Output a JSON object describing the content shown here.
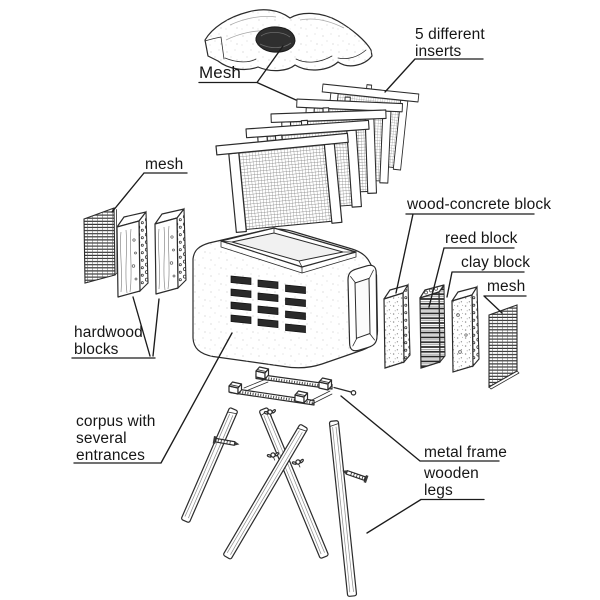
{
  "colors": {
    "ink": "#1f1f1f",
    "background": "#ffffff"
  },
  "callouts": {
    "mesh_top": {
      "label": "Mesh"
    },
    "inserts": {
      "line1": "5 different",
      "line2": "inserts"
    },
    "mesh_left": {
      "label": "mesh"
    },
    "hardwood": {
      "line1": "hardwood",
      "line2": "blocks"
    },
    "wood_concrete": {
      "label": "wood-concrete block"
    },
    "reed": {
      "label": "reed block"
    },
    "clay": {
      "label": "clay block"
    },
    "mesh_right": {
      "label": "mesh"
    },
    "corpus": {
      "line1": "corpus with",
      "line2": "several",
      "line3": "entrances"
    },
    "metal_frame": {
      "label": "metal frame"
    },
    "legs": {
      "line1": "wooden",
      "line2": "legs"
    }
  }
}
